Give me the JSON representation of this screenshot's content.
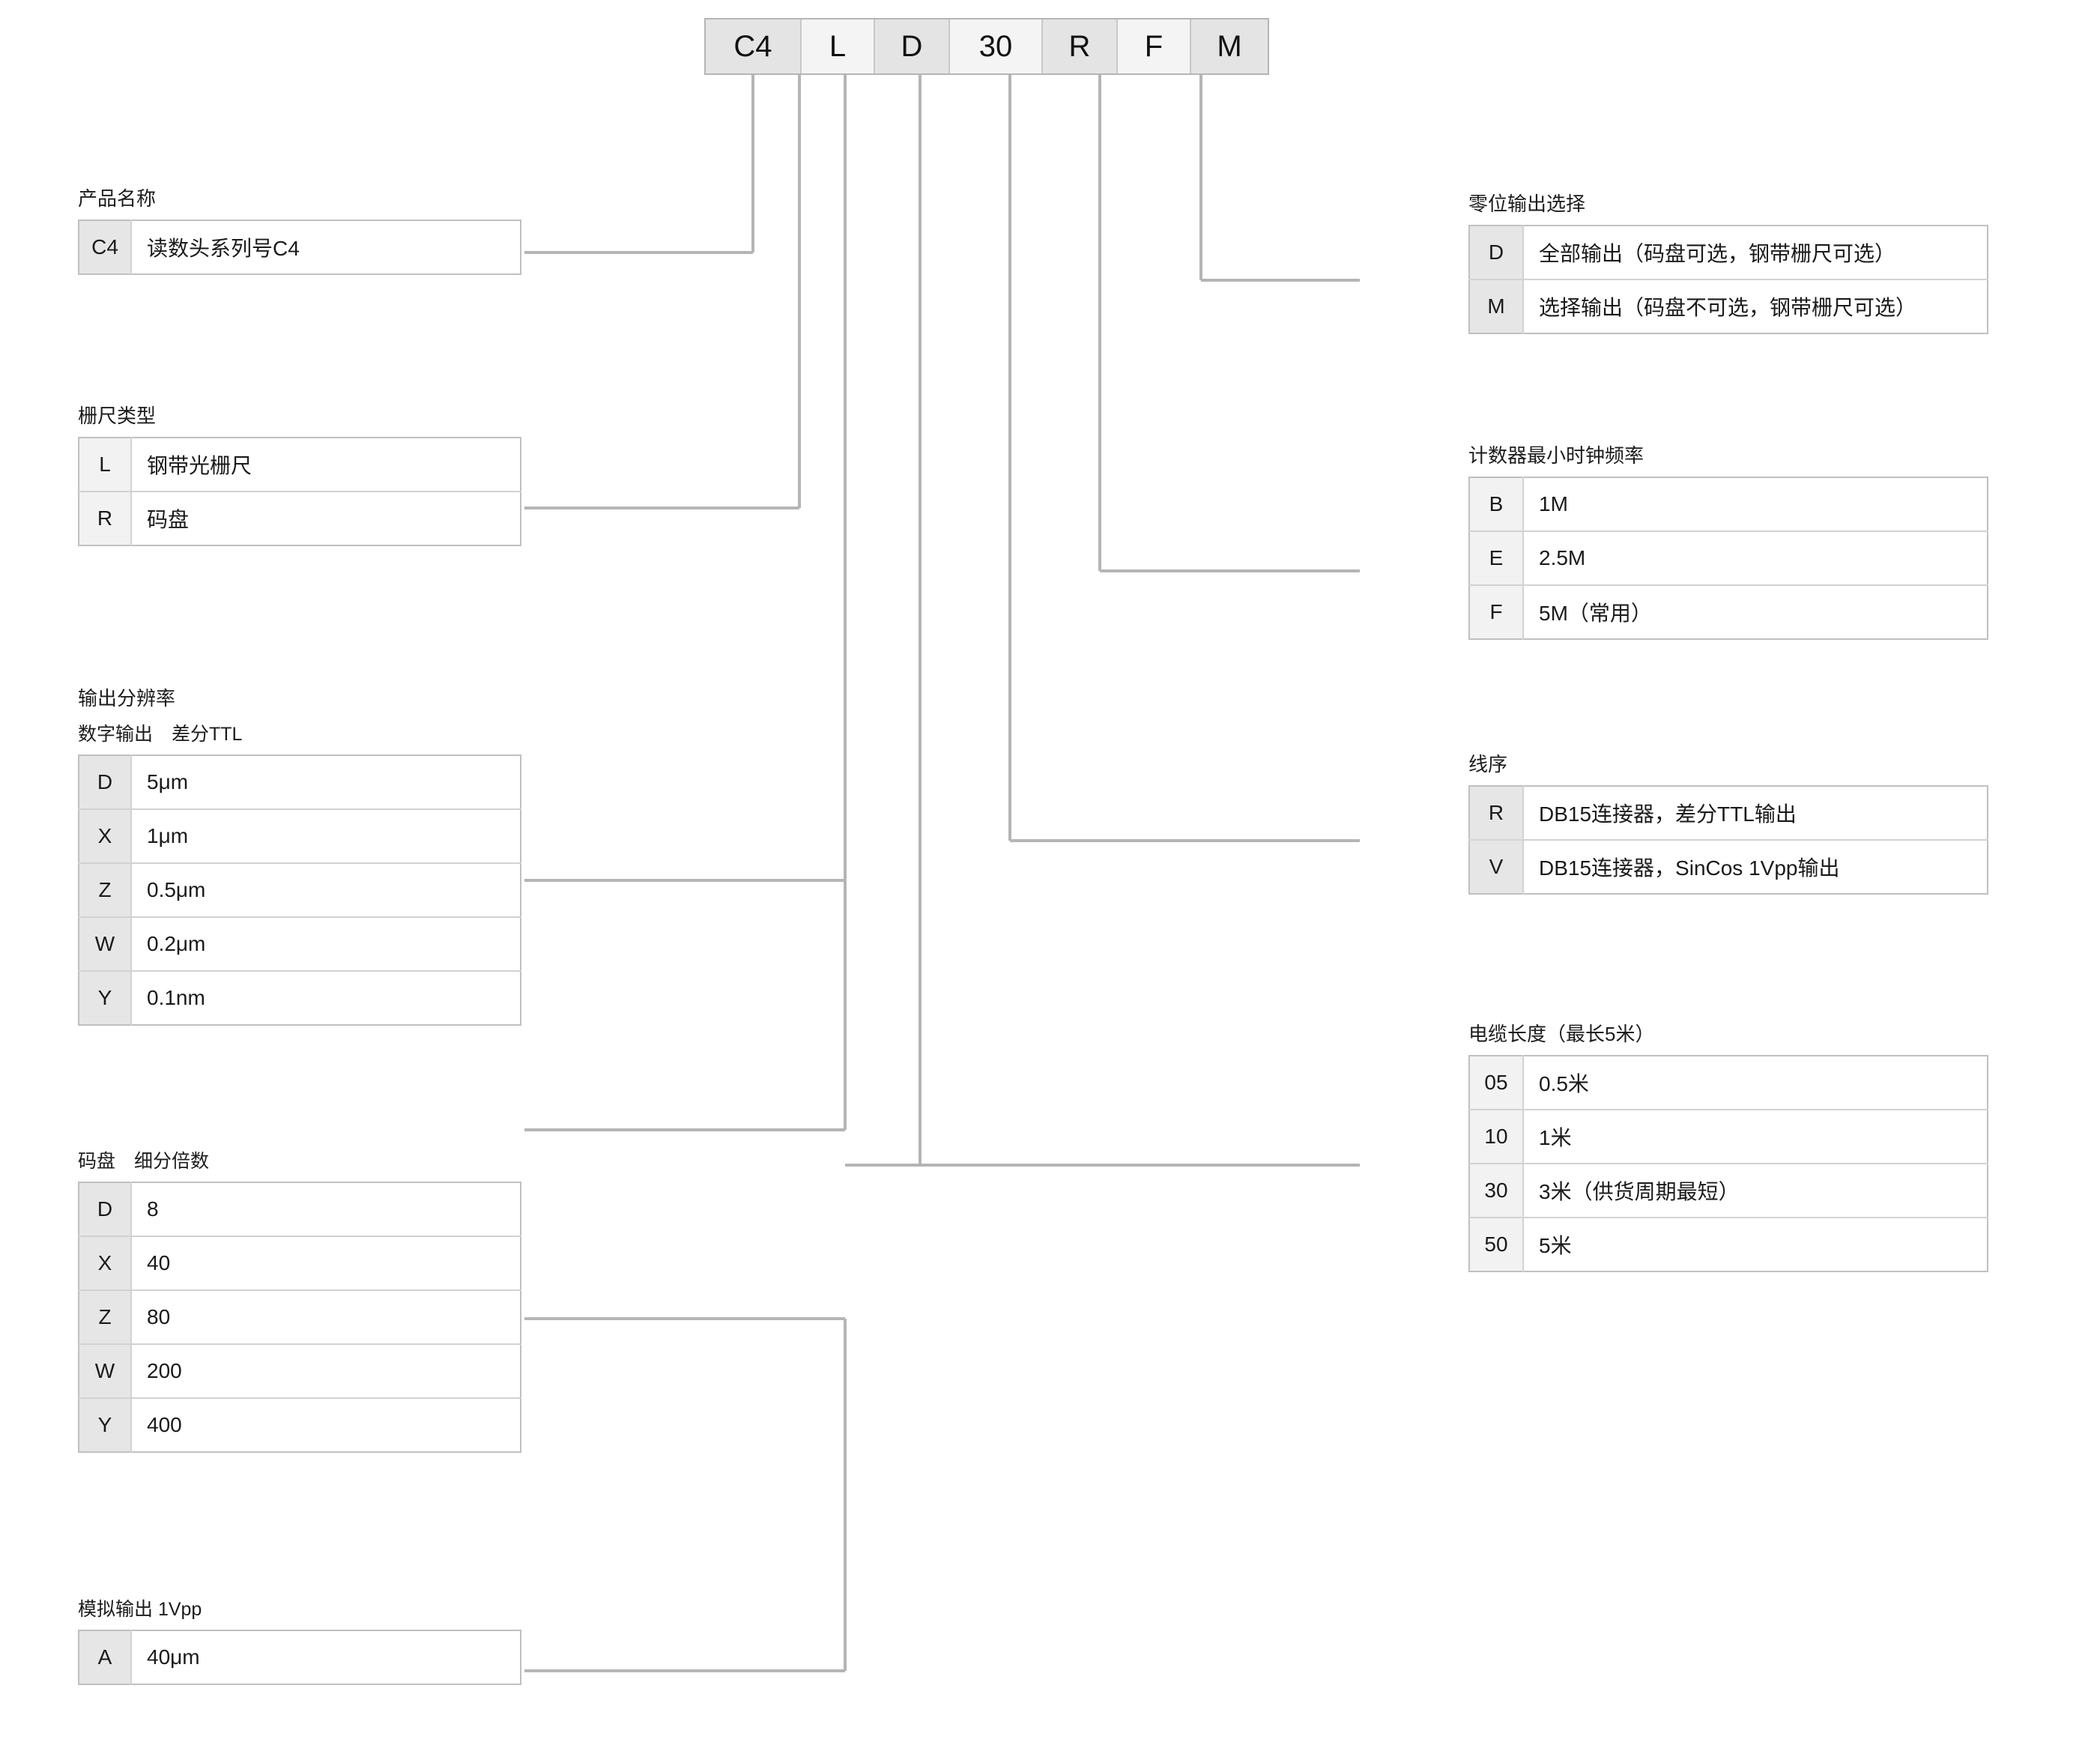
{
  "code_string": {
    "segments": [
      {
        "text": "C4",
        "shade": "dark"
      },
      {
        "text": "L",
        "shade": "light"
      },
      {
        "text": "D",
        "shade": "dark"
      },
      {
        "text": "30",
        "shade": "light"
      },
      {
        "text": "R",
        "shade": "dark"
      },
      {
        "text": "F",
        "shade": "light"
      },
      {
        "text": "M",
        "shade": "dark"
      }
    ]
  },
  "blocks": {
    "product_name": {
      "title": "产品名称",
      "rows": [
        {
          "code": "C4",
          "desc": "读数头系列号C4"
        }
      ]
    },
    "scale_type": {
      "title": "栅尺类型",
      "rows": [
        {
          "code": "L",
          "desc": "钢带光栅尺"
        },
        {
          "code": "R",
          "desc": "码盘"
        }
      ]
    },
    "resolution_digital": {
      "title": "输出分辨率",
      "subtitle": "数字输出　差分TTL",
      "rows": [
        {
          "code": "D",
          "desc": "5μm"
        },
        {
          "code": "X",
          "desc": "1μm"
        },
        {
          "code": "Z",
          "desc": "0.5μm"
        },
        {
          "code": "W",
          "desc": "0.2μm"
        },
        {
          "code": "Y",
          "desc": "0.1nm"
        }
      ]
    },
    "resolution_encoder": {
      "subtitle": "码盘　细分倍数",
      "rows": [
        {
          "code": "D",
          "desc": "8"
        },
        {
          "code": "X",
          "desc": "40"
        },
        {
          "code": "Z",
          "desc": "80"
        },
        {
          "code": "W",
          "desc": "200"
        },
        {
          "code": "Y",
          "desc": "400"
        }
      ]
    },
    "resolution_analog": {
      "subtitle": "模拟输出 1Vpp",
      "rows": [
        {
          "code": "A",
          "desc": "40μm"
        }
      ]
    },
    "zero_output": {
      "title": "零位输出选择",
      "rows": [
        {
          "code": "D",
          "desc": "全部输出（码盘可选，钢带栅尺可选）"
        },
        {
          "code": "M",
          "desc": "选择输出（码盘不可选，钢带栅尺可选）"
        }
      ]
    },
    "clock_freq": {
      "title": "计数器最小时钟频率",
      "rows": [
        {
          "code": "B",
          "desc": "1M"
        },
        {
          "code": "E",
          "desc": "2.5M"
        },
        {
          "code": "F",
          "desc": "5M（常用）"
        }
      ]
    },
    "wiring": {
      "title": "线序",
      "rows": [
        {
          "code": "R",
          "desc": "DB15连接器，差分TTL输出"
        },
        {
          "code": "V",
          "desc": "DB15连接器，SinCos 1Vpp输出"
        }
      ]
    },
    "cable_length": {
      "title": "电缆长度（最长5米）",
      "rows": [
        {
          "code": "05",
          "desc": "0.5米"
        },
        {
          "code": "10",
          "desc": "1米"
        },
        {
          "code": "30",
          "desc": "3米（供货周期最短）"
        },
        {
          "code": "50",
          "desc": "5米"
        }
      ]
    }
  },
  "colors": {
    "line": "#b0b0b0",
    "line_light": "#cccccc",
    "code_cell_bg": "#e6e6e6",
    "header_dark": "#e4e4e4",
    "header_light": "#f4f4f4"
  }
}
